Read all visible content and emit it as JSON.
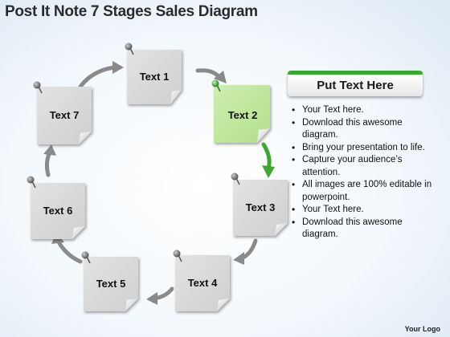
{
  "title": "Post It Note 7 Stages Sales Diagram",
  "stages": [
    "Text 1",
    "Text 2",
    "Text 3",
    "Text 4",
    "Text 5",
    "Text 6",
    "Text 7"
  ],
  "highlight_stage": "Text 2",
  "colors": {
    "note_gray": "#d9d9d9",
    "note_green": "#bfe59a",
    "arrow_gray": "#8a8a8a",
    "arrow_green": "#3fa535",
    "accent_green": "#3aa634"
  },
  "panel": {
    "header": "Put Text Here",
    "bullets": [
      "Your Text here.",
      "Download this awesome diagram.",
      "Bring your presentation to life.",
      "Capture your audience’s attention.",
      "All images are 100% editable in powerpoint.",
      "Your Text here.",
      "Download this awesome diagram."
    ]
  },
  "logo": "Your Logo",
  "icons": [
    "pushpin-icon",
    "curved-arrow-icon"
  ]
}
